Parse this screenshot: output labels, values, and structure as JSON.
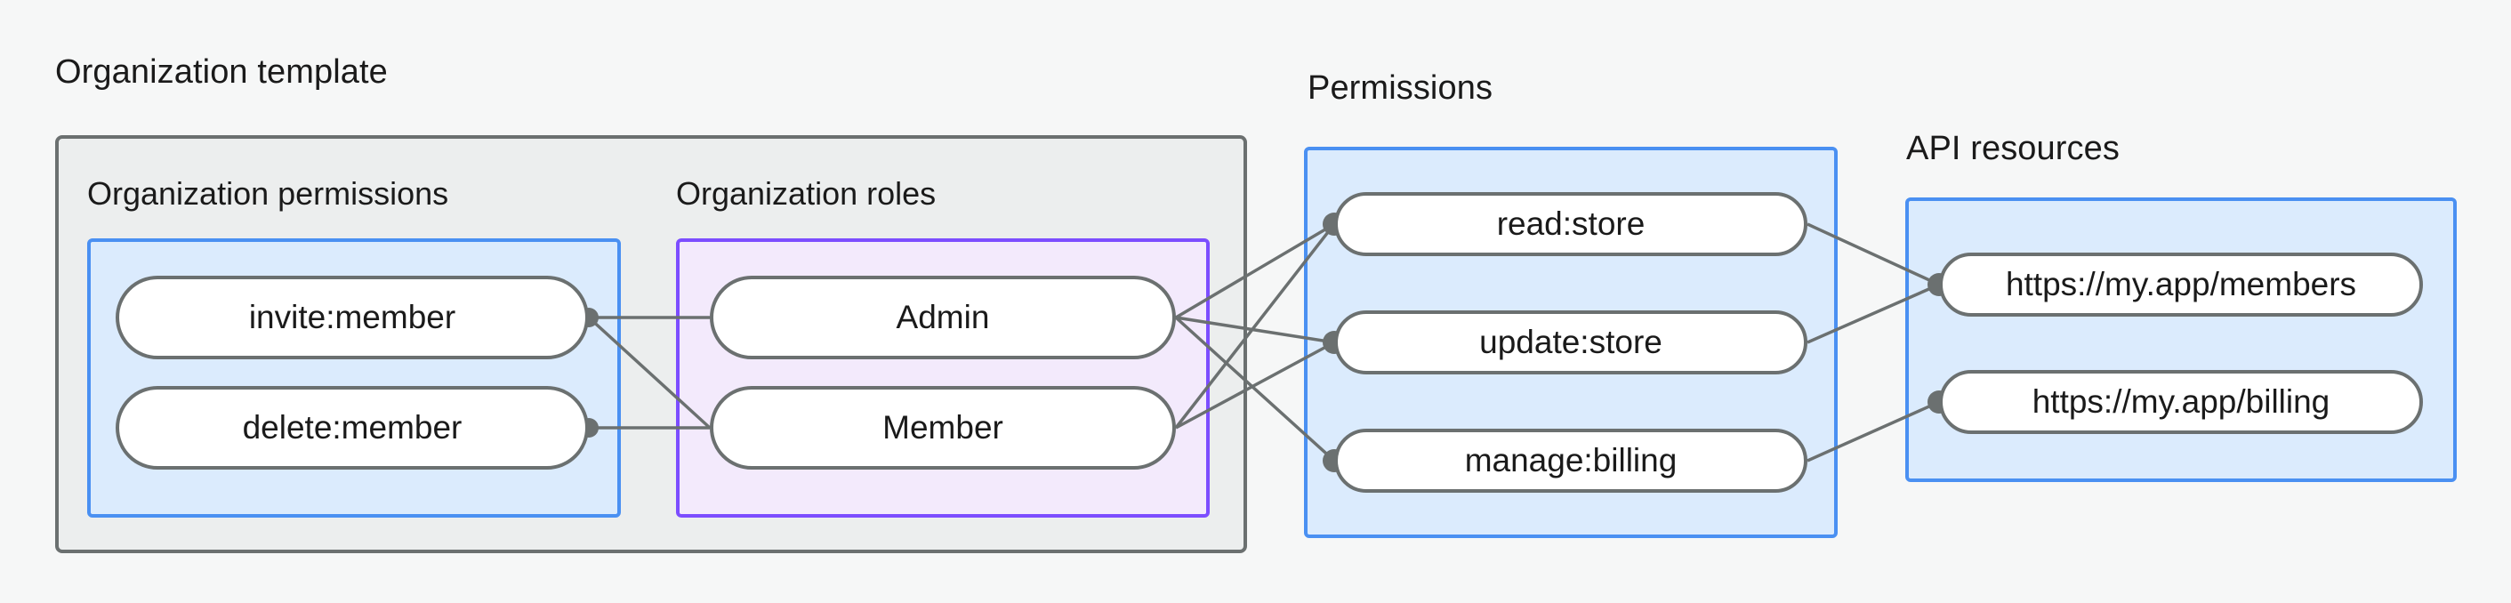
{
  "diagram": {
    "title_hidden": "",
    "colors": {
      "background": "#f6f7f7",
      "outer_border": "#6b7070",
      "outer_fill": "#eceeee",
      "blue_border": "#4a90f2",
      "blue_fill": "#dbebfd",
      "purple_border": "#7c4dff",
      "purple_fill": "#f3eafc",
      "node_border": "#6b7070",
      "node_fill": "#ffffff",
      "edge": "#6b7070",
      "text": "#1a1a1a"
    },
    "groups": {
      "organization_template": {
        "label": "Organization template",
        "sections": {
          "organization_permissions": {
            "label": "Organization permissions",
            "nodes": [
              {
                "id": "invite-member",
                "label": "invite:member"
              },
              {
                "id": "delete-member",
                "label": "delete:member"
              }
            ]
          },
          "organization_roles": {
            "label": "Organization roles",
            "nodes": [
              {
                "id": "admin",
                "label": "Admin"
              },
              {
                "id": "member",
                "label": "Member"
              }
            ]
          }
        }
      },
      "permissions": {
        "label": "Permissions",
        "nodes": [
          {
            "id": "read-store",
            "label": "read:store"
          },
          {
            "id": "update-store",
            "label": "update:store"
          },
          {
            "id": "manage-billing",
            "label": "manage:billing"
          }
        ]
      },
      "api_resources": {
        "label": "API resources",
        "nodes": [
          {
            "id": "members-url",
            "label": "https://my.app/members"
          },
          {
            "id": "billing-url",
            "label": "https://my.app/billing"
          }
        ]
      }
    },
    "edges": [
      {
        "from": "invite-member",
        "to": "admin"
      },
      {
        "from": "invite-member",
        "to": "member"
      },
      {
        "from": "delete-member",
        "to": "member"
      },
      {
        "from": "admin",
        "to": "read-store"
      },
      {
        "from": "admin",
        "to": "update-store"
      },
      {
        "from": "admin",
        "to": "manage-billing"
      },
      {
        "from": "member",
        "to": "read-store"
      },
      {
        "from": "member",
        "to": "update-store"
      },
      {
        "from": "read-store",
        "to": "members-url"
      },
      {
        "from": "update-store",
        "to": "members-url"
      },
      {
        "from": "manage-billing",
        "to": "billing-url"
      }
    ]
  }
}
